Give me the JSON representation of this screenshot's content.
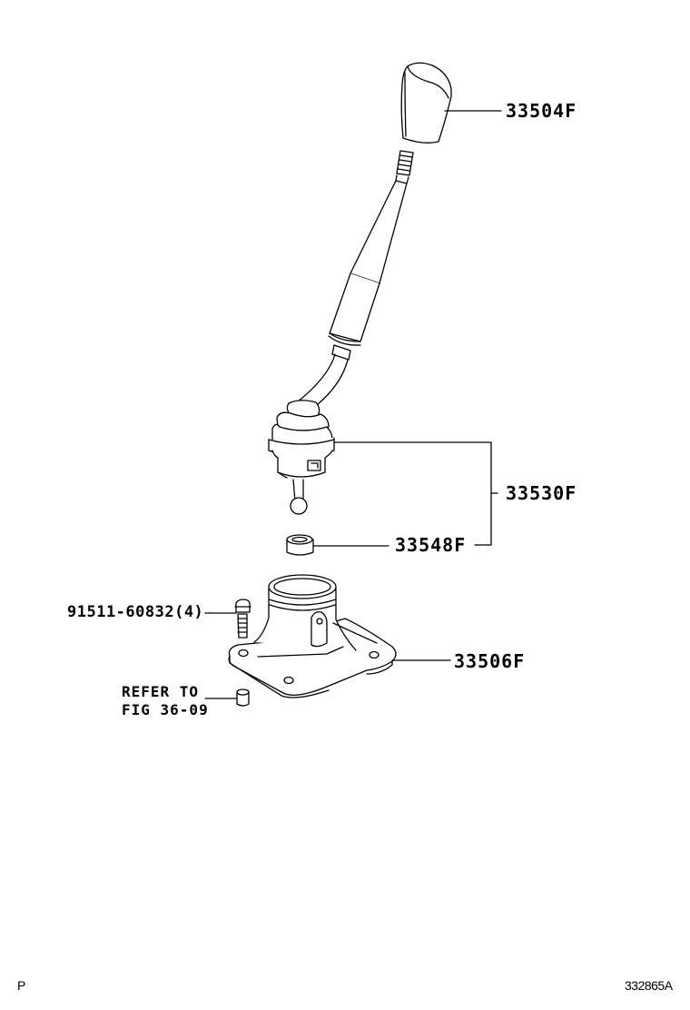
{
  "diagram": {
    "type": "exploded-parts-diagram",
    "subject": "manual transmission shift lever assembly",
    "colors": {
      "line": "#000000",
      "background": "#ffffff"
    },
    "callouts": [
      {
        "id": "knob",
        "part_number": "33504F",
        "component": "shift-lever-knob"
      },
      {
        "id": "lever",
        "part_number": "33530F",
        "component": "shift-lever-with-boot"
      },
      {
        "id": "bushing",
        "part_number": "33548F",
        "component": "shift-lever-ball-seat"
      },
      {
        "id": "retainer",
        "part_number": "33506F",
        "component": "shift-lever-retainer"
      },
      {
        "id": "bolt",
        "part_number": "91511-60832(4)",
        "component": "bolt"
      }
    ],
    "reference_note": {
      "line1": "REFER TO",
      "line2": "FIG 36-09"
    }
  },
  "footer": {
    "left_code": "P",
    "drawing_number": "332865A"
  }
}
